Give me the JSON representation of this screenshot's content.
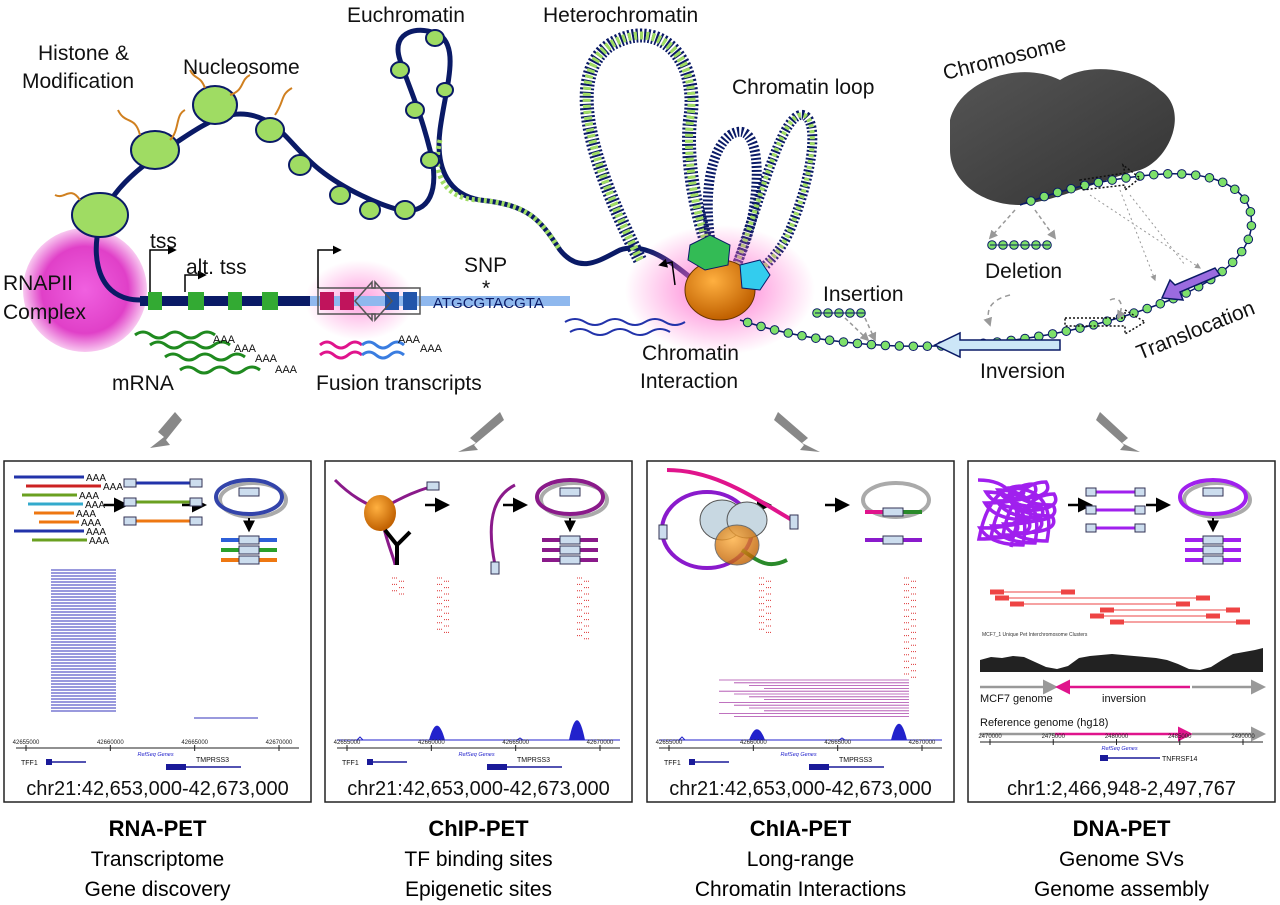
{
  "top_labels": {
    "histone": "Histone &",
    "modification": "Modification",
    "nucleosome": "Nucleosome",
    "euchromatin": "Euchromatin",
    "heterochromatin": "Heterochromatin",
    "chromatin_loop": "Chromatin loop",
    "chromosome": "Chromosome",
    "tss": "tss",
    "alt_tss": "alt. tss",
    "snp": "SNP",
    "snp_marker": "*",
    "sequence": "ATGCGTACGTA",
    "rnapii_1": "RNAPII",
    "rnapii_2": "Complex",
    "mrna": "mRNA",
    "fusion": "Fusion transcripts",
    "chromatin_int_1": "Chromatin",
    "chromatin_int_2": "Interaction",
    "insertion": "Insertion",
    "deletion": "Deletion",
    "inversion": "Inversion",
    "translocation": "Translocation",
    "polya": "AAA"
  },
  "panels": [
    {
      "title": "RNA-PET",
      "line1": "Transcriptome",
      "line2": "Gene discovery",
      "coord": "chr21:42,653,000-42,673,000",
      "gene1": "TFF1",
      "gene2": "TMPRSS3",
      "track": "RefSeq Genes",
      "ticks": [
        "42655000",
        "42660000",
        "42665000",
        "42670000"
      ]
    },
    {
      "title": "ChIP-PET",
      "line1": "TF binding sites",
      "line2": "Epigenetic sites",
      "coord": "chr21:42,653,000-42,673,000",
      "gene1": "TFF1",
      "gene2": "TMPRSS3",
      "track": "RefSeq Genes",
      "ticks": [
        "42655000",
        "42660000",
        "42665000",
        "42670000"
      ]
    },
    {
      "title": "ChIA-PET",
      "line1": "Long-range",
      "line2": "Chromatin Interactions",
      "coord": "chr21:42,653,000-42,673,000",
      "gene1": "TFF1",
      "gene2": "TMPRSS3",
      "track": "RefSeq Genes",
      "ticks": [
        "42655000",
        "42660000",
        "42665000",
        "42670000"
      ]
    },
    {
      "title": "DNA-PET",
      "line1": "Genome SVs",
      "line2": "Genome assembly",
      "coord": "chr1:2,466,948-2,497,767",
      "gene1": "TNFRSF14",
      "gene2": "",
      "track": "RefSeq Genes",
      "ticks": [
        "2470000",
        "2475000",
        "2480000",
        "2485000",
        "2490000"
      ],
      "mcf7": "MCF7 genome",
      "inv": "inversion",
      "ref": "Reference genome (hg18)",
      "cluster": "MCF7_1 Unique Pet Interchromosome Clusters"
    }
  ],
  "colors": {
    "chromatin": "#0a1a66",
    "nucleosome": "#9fdc63",
    "rnapii": "#e040c8",
    "mrna": "#1f8a1f",
    "blue_track": "#2222cc",
    "red_track": "#dd3333",
    "purple": "#9b1c9b",
    "magenta": "#e0148c"
  }
}
